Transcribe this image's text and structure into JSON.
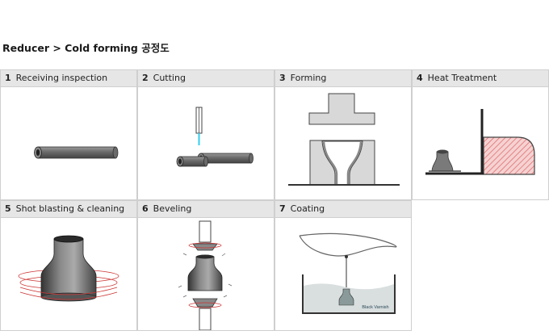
{
  "page": {
    "title": "Reducer > Cold forming 공정도"
  },
  "steps": [
    {
      "num": "1",
      "label": "Receiving inspection"
    },
    {
      "num": "2",
      "label": "Cutting"
    },
    {
      "num": "3",
      "label": "Forming"
    },
    {
      "num": "4",
      "label": "Heat Treatment"
    },
    {
      "num": "5",
      "label": "Shot blasting & cleaning"
    },
    {
      "num": "6",
      "label": "Beveling"
    },
    {
      "num": "7",
      "label": "Coating"
    }
  ],
  "coating": {
    "tank_label": "Black Varnish"
  },
  "colors": {
    "header_bg": "#e6e6e6",
    "border": "#cfcfcf",
    "pipe_dark": "#555555",
    "pipe_mid": "#888888",
    "laser": "#33ccee",
    "heat_hatch": "#e07070",
    "ring": "#cc3333",
    "liquid": "#d9dede"
  }
}
